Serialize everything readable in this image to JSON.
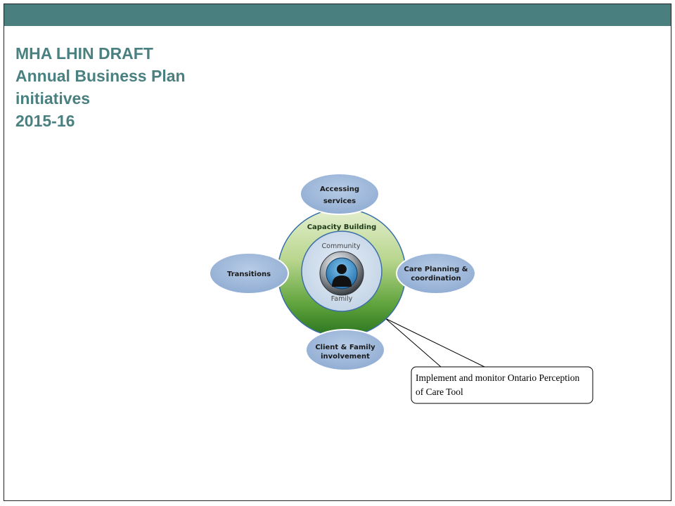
{
  "title": {
    "line1": "MHA LHIN DRAFT",
    "line2": "Annual Business Plan",
    "line3": "initiatives",
    "line4": "2015-16"
  },
  "diagram": {
    "ring_label": "Capacity Building",
    "inner_top": "Community",
    "inner_bottom": "Family",
    "center_icon": "person-icon",
    "nodes": {
      "top": [
        "Accessing",
        "services"
      ],
      "left": [
        "Transitions"
      ],
      "right": [
        "Care Planning &",
        "coordination"
      ],
      "bottom": [
        "Client  & Family",
        "involvement"
      ]
    }
  },
  "callout": {
    "text": "Implement and monitor Ontario Perception of Care Tool"
  },
  "colors": {
    "header_bar": "#4a7f7f",
    "title": "#4b8080",
    "node_fill": "#9fb9da",
    "ring_green": "#3c8a2a"
  }
}
